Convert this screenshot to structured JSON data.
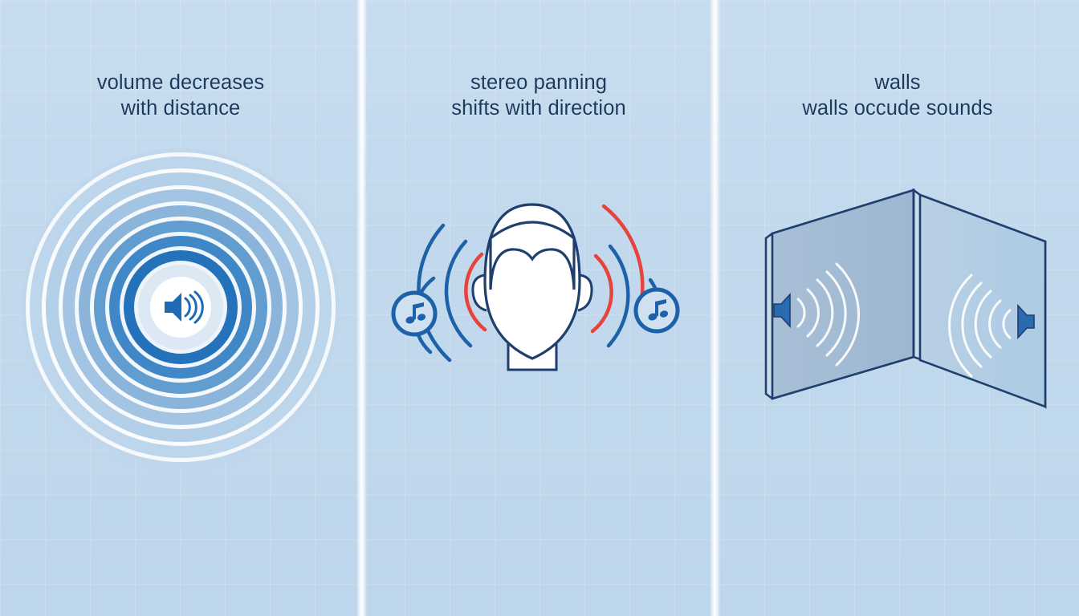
{
  "figure": {
    "title": "spatial audio concepts",
    "background_color": "#c3daee",
    "panel_count": 3,
    "divider_color": "#ffffff"
  },
  "palette": {
    "caption_text": "#1b3a5c",
    "outline_blue": "#1f3f6e",
    "accent_blue": "#1f6fb8",
    "deep_blue": "#2a6ab0",
    "ring_blue_1": "#1f6ab5",
    "ring_blue_2": "#3b82c4",
    "ring_blue_3": "#6ba3d4",
    "ring_blue_4": "#9cc1e2",
    "ring_blue_5": "#bcd6ea",
    "accent_red": "#e8423c",
    "wall_fill": "#9fb9d2",
    "wave_white": "#ffffff",
    "face_white": "#ffffff"
  },
  "panels": [
    {
      "id": "distance",
      "caption_line1": "volume decreases",
      "caption_line2": "with distance",
      "icon": "speaker-waves-icon",
      "art_name": "concentric-sound-rings",
      "ring_count": 9,
      "center_icon": "speaker-icon",
      "center_arc_count": 3
    },
    {
      "id": "panning",
      "caption_line1": "stereo panning",
      "caption_line2": "shifts with direction",
      "icon": "head-stereo-icon",
      "art_name": "head-with-stereo-arcs",
      "left_source_icon": "music-note-icon",
      "right_source_icon": "music-note-icon",
      "left_arcs": [
        "red",
        "blue",
        "blue"
      ],
      "right_arcs": [
        "red",
        "blue",
        "red"
      ]
    },
    {
      "id": "occlusion",
      "caption_line1": "walls",
      "caption_line2": "walls occude sounds",
      "icon": "walls-icon",
      "art_name": "two-walls-corner-with-speakers",
      "wall_count": 2,
      "left_speaker_icon": "speaker-icon",
      "right_speaker_icon": "speaker-icon",
      "wave_arcs_per_speaker": 5
    }
  ]
}
